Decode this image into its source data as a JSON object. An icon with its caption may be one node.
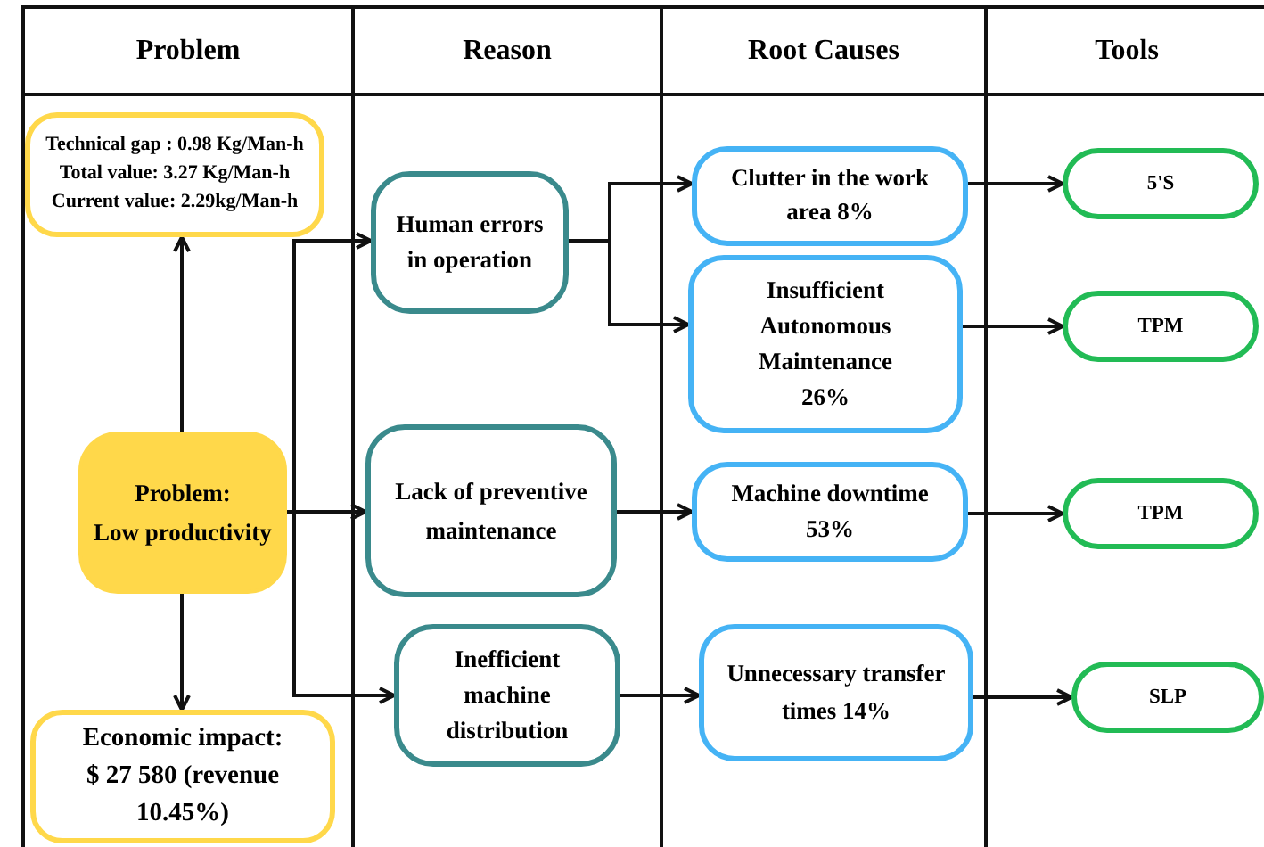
{
  "diagram": {
    "nodes": [
      {
        "text": [
          "Problem"
        ]
      },
      {
        "text": [
          "Reason"
        ]
      },
      {
        "text": [
          "Root Causes"
        ]
      },
      {
        "text": [
          "Tools"
        ]
      },
      {
        "text": [
          "Technical gap : 0.98 Kg/Man-h",
          "Total value: 3.27 Kg/Man-h",
          "Current value: 2.29kg/Man-h"
        ],
        "in": 0
      },
      {
        "text": [
          "Problem:",
          "Low productivity"
        ],
        "in": 0
      },
      {
        "text": [
          "Economic impact:",
          "$ 27 580 (revenue 10.45%)"
        ],
        "in": 0
      },
      {
        "text": [
          "Human errors in operation"
        ],
        "in": 1
      },
      {
        "text": [
          "Lack of preventive maintenance"
        ],
        "in": 1
      },
      {
        "text": [
          "Inefficient machine distribution"
        ],
        "in": 1
      },
      {
        "text": [
          "Clutter in the work area 8%"
        ],
        "in": 2
      },
      {
        "text": [
          "Insufficient Autonomous Maintenance 26%"
        ],
        "in": 2
      },
      {
        "text": [
          "Machine downtime 53%"
        ],
        "in": 2
      },
      {
        "text": [
          "Unnecessary transfer times 14%"
        ],
        "in": 2
      },
      {
        "text": [
          "5'S"
        ],
        "in": 3
      },
      {
        "text": [
          "TPM"
        ],
        "in": 3
      },
      {
        "text": [
          "TPM"
        ],
        "in": 3
      },
      {
        "text": [
          "SLP"
        ],
        "in": 3
      }
    ],
    "edges": [
      {
        "from": 5,
        "to": 4,
        "arrow": "to"
      },
      {
        "from": 5,
        "to": 6,
        "arrow": "to"
      },
      {
        "from": 5,
        "to": 7,
        "arrow": "to"
      },
      {
        "from": 5,
        "to": 8,
        "arrow": "to"
      },
      {
        "from": 5,
        "to": 9,
        "arrow": "to"
      },
      {
        "from": 7,
        "to": 10,
        "arrow": "to"
      },
      {
        "from": 7,
        "to": 11,
        "arrow": "to"
      },
      {
        "from": 8,
        "to": 12,
        "arrow": "to"
      },
      {
        "from": 9,
        "to": 13,
        "arrow": "to"
      },
      {
        "from": 10,
        "to": 14,
        "arrow": "to"
      },
      {
        "from": 11,
        "to": 15,
        "arrow": "to"
      },
      {
        "from": 12,
        "to": 16,
        "arrow": "to"
      },
      {
        "from": 13,
        "to": 17,
        "arrow": "to"
      }
    ]
  }
}
